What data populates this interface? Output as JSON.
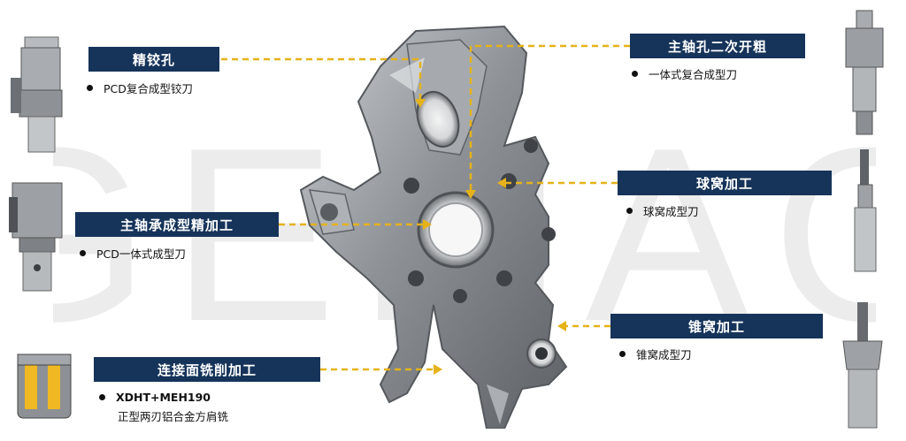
{
  "watermark": "GEMAC",
  "left_ops": [
    {
      "title": "精铰孔",
      "desc": "PCD复合成型铰刀"
    },
    {
      "title": "主轴承成型精加工",
      "desc": "PCD一体式成型刀"
    },
    {
      "title": "连接面铣削加工",
      "desc": "XDHT+MEH190",
      "desc2": "正型两刃铝合金方肩铣"
    }
  ],
  "right_ops": [
    {
      "title": "主轴孔二次开粗",
      "desc": "一体式复合成型刀"
    },
    {
      "title": "球窝加工",
      "desc": "球窝成型刀"
    },
    {
      "title": "锥窝加工",
      "desc": "锥窝成型刀"
    }
  ],
  "colors": {
    "label_bg": "#16345a",
    "leader": "#e5b21a",
    "metal": "#9a9ea3"
  }
}
